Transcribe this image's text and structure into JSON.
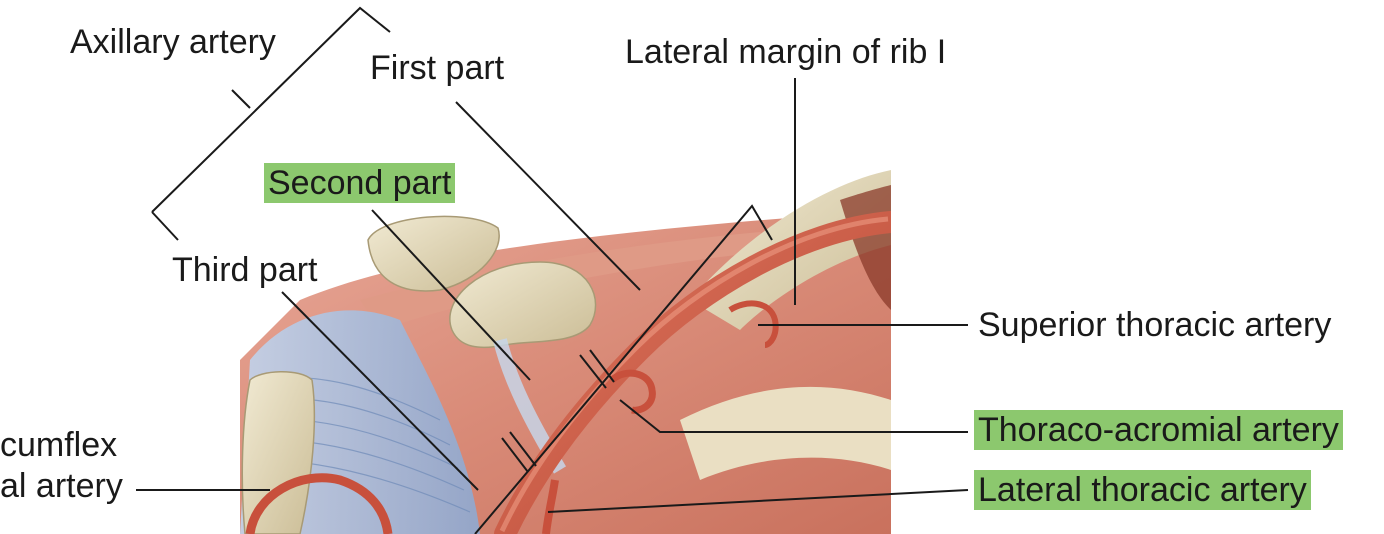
{
  "labels": {
    "axillary_artery": "Axillary artery",
    "first_part": "First part",
    "second_part": "Second part",
    "third_part": "Third part",
    "lateral_margin": "Lateral margin of rib I",
    "superior_thoracic": "Superior thoracic artery",
    "thoraco_acromial": "Thoraco-acromial artery",
    "lateral_thoracic": "Lateral thoracic artery",
    "circumflex_line1": "cumflex",
    "circumflex_line2": "al artery"
  },
  "highlighted_labels": [
    "Second part",
    "Thoraco-acromial artery",
    "Lateral thoracic artery"
  ],
  "colors": {
    "highlight": "#8cc86e",
    "muscle": "#d98b78",
    "artery": "#c8503c",
    "bone": "#e3d8b8",
    "fascia": "#a9bfdc",
    "label_line": "#1a1a1a"
  }
}
